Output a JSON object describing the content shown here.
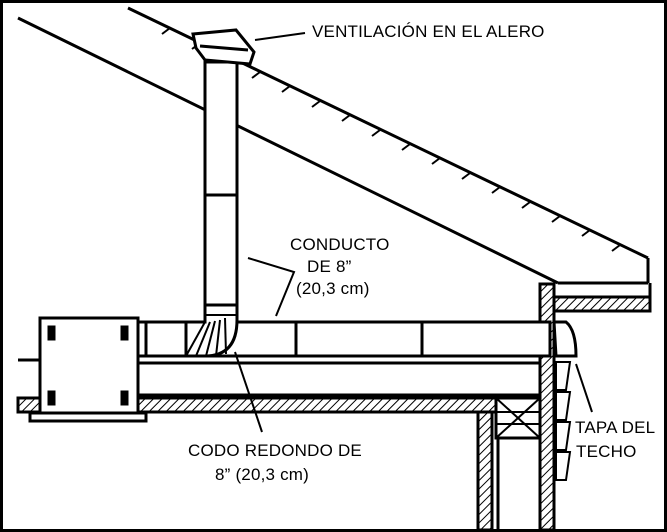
{
  "labels": {
    "roof_vent": "VENTILACIÓN EN EL ALERO",
    "duct_line1": "CONDUCTO",
    "duct_line2": "DE 8”",
    "duct_line3": "(20,3 cm)",
    "elbow_line1": "CODO REDONDO DE",
    "elbow_line2": "8” (20,3 cm)",
    "cap_line1": "TAPA DEL",
    "cap_line2": "TECHO"
  },
  "colors": {
    "line": "#000000",
    "background": "#ffffff"
  }
}
